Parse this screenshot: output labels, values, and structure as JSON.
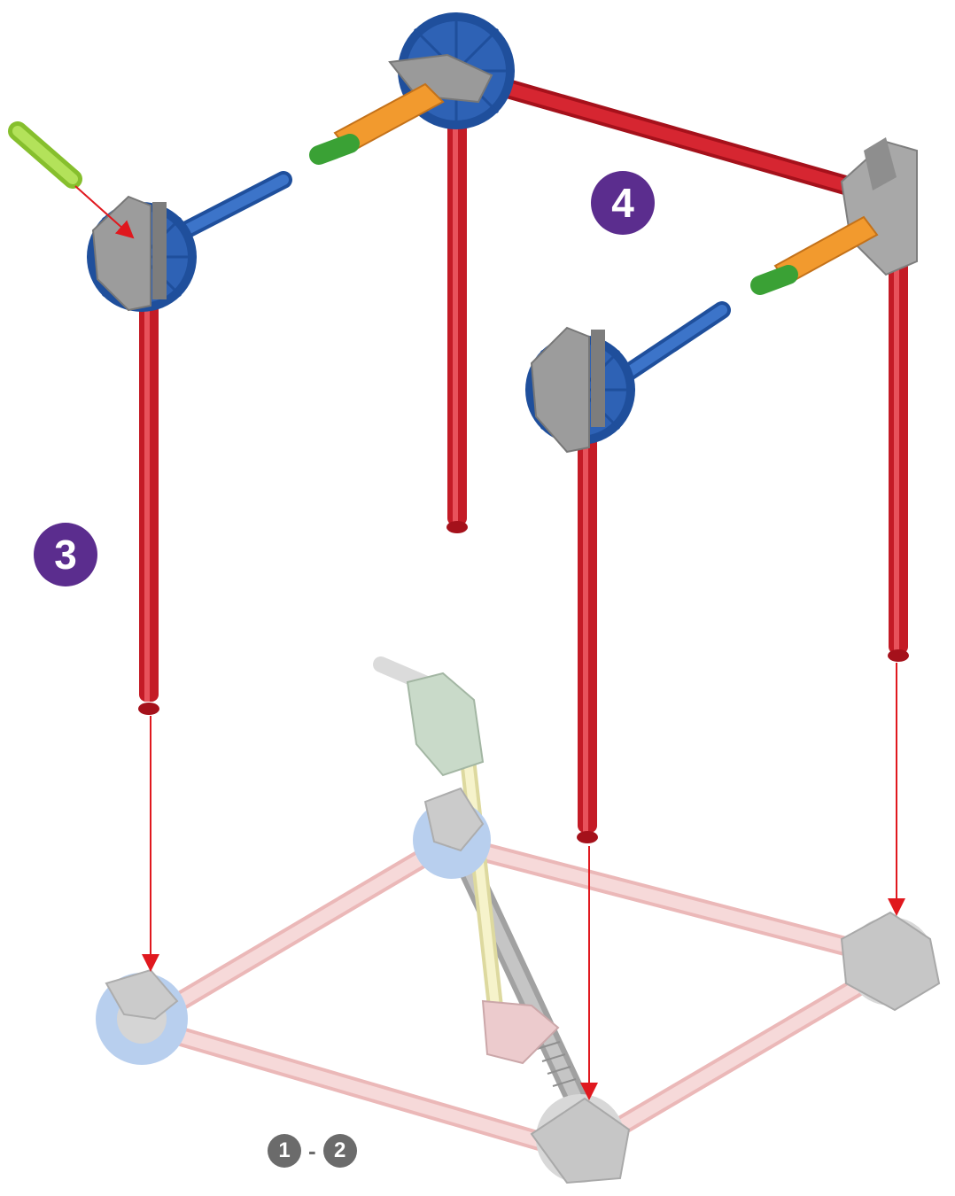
{
  "steps": {
    "current_a": "3",
    "current_b": "4",
    "previous_from": "1",
    "previous_separator": "-",
    "previous_to": "2"
  },
  "colors": {
    "step_badge": "#5b2d8e",
    "previous_badge": "#6b6b6b",
    "red_rod": "#d01f2a",
    "blue_connector": "#2e62b5",
    "gray_connector": "#9a9a9a",
    "orange_rod": "#f29a2e",
    "green_rod": "#3aa135",
    "lime_rod": "#9ed64a",
    "arrow": "#e0181e",
    "faded_base_rod": "#f3caca",
    "faded_base_connector": "#a9c4e9"
  },
  "parts": {
    "icons": [
      "blue-snowflake-connector-icon",
      "gray-connector-icon",
      "red-rod-icon",
      "orange-rod-icon",
      "green-rod-icon",
      "lime-rod-icon",
      "assembly-arrow-icon"
    ]
  }
}
